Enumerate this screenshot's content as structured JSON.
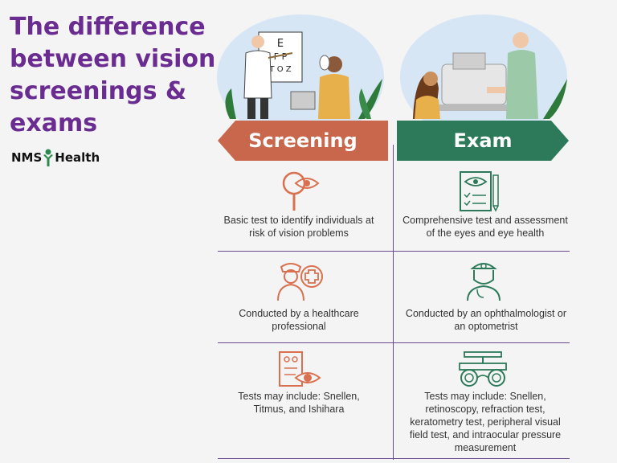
{
  "title": "The difference between vision screenings & exams",
  "logo": {
    "left": "NMS",
    "right": "Health"
  },
  "chart_text": {
    "letters_row1": "E",
    "letters_row2": "F P",
    "letters_row3": "T O Z"
  },
  "banners": {
    "screening": "Screening",
    "exam": "Exam"
  },
  "rows": [
    {
      "screening": "Basic test to identify individuals at risk of vision problems",
      "exam": "Comprehensive test and assessment of the eyes and eye health"
    },
    {
      "screening": "Conducted by a healthcare professional",
      "exam": "Conducted by an ophthalmologist or an optometrist"
    },
    {
      "screening": "Tests may include: Snellen, Titmus, and Ishihara",
      "exam": "Tests may include: Snellen, retinoscopy, refraction test, keratometry test, peripheral visual field test, and intraocular pressure measurement"
    }
  ],
  "colors": {
    "purple": "#6a2c91",
    "screening": "#c8674c",
    "exam": "#2d7a5a",
    "icon_orange": "#d9704f",
    "icon_green": "#2d7a5a"
  },
  "icons": [
    "magnifier-eye-icon",
    "eye-checklist-icon",
    "nurse-medical-icon",
    "doctor-icon",
    "eye-chart-icon",
    "phoropter-icon"
  ]
}
